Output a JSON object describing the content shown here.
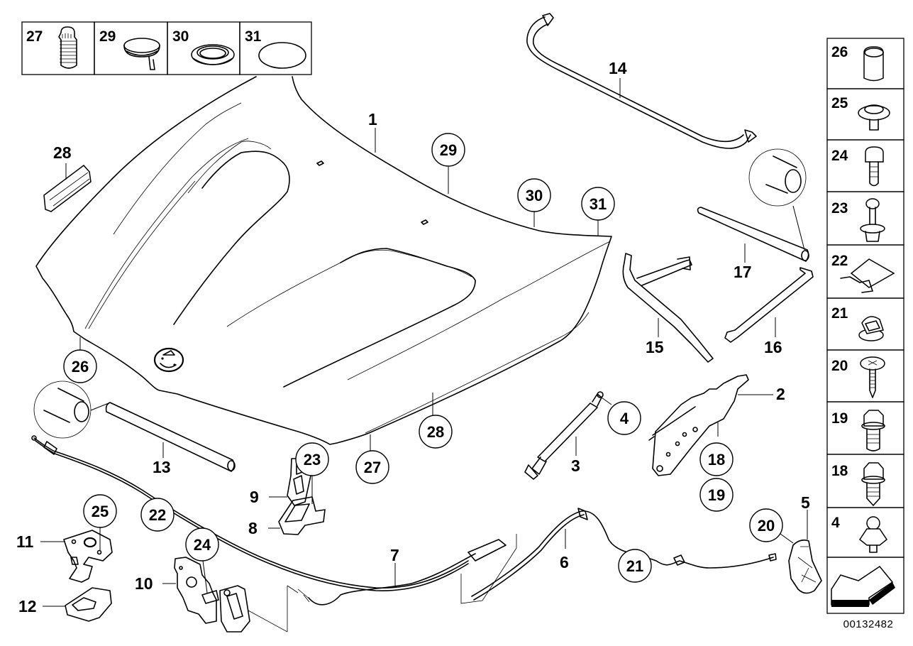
{
  "diagram": {
    "title": "Bonnet / hood assembly parts diagram",
    "document_number": "00132482"
  },
  "top_parts_box": {
    "cells": [
      {
        "label": "27",
        "part": "bump-stop"
      },
      {
        "label": "29",
        "part": "clip-cap"
      },
      {
        "label": "30",
        "part": "grommet-plug"
      },
      {
        "label": "31",
        "part": "sticker-disc"
      }
    ]
  },
  "side_parts_box": {
    "cells": [
      {
        "label": "26",
        "part": "rubber-buffer"
      },
      {
        "label": "25",
        "part": "collar-screw"
      },
      {
        "label": "24",
        "part": "torx-screw"
      },
      {
        "label": "23",
        "part": "expanding-rivet"
      },
      {
        "label": "22",
        "part": "clip-nut"
      },
      {
        "label": "21",
        "part": "cable-clip"
      },
      {
        "label": "20",
        "part": "sheet-metal-screw"
      },
      {
        "label": "19",
        "part": "torx-hex-bolt"
      },
      {
        "label": "18",
        "part": "hex-bolt"
      },
      {
        "label": "4",
        "part": "ball-stud"
      }
    ],
    "direction_arrow": "front-left-arrow"
  },
  "plain_labels": {
    "l1": "1",
    "l2": "2",
    "l3": "3",
    "l5": "5",
    "l6": "6",
    "l7": "7",
    "l8": "8",
    "l9": "9",
    "l10": "10",
    "l11": "11",
    "l12": "12",
    "l13": "13",
    "l14": "14",
    "l15": "15",
    "l16": "16",
    "l17": "17",
    "l28": "28"
  },
  "circled_labels": {
    "c26": "26",
    "c29": "29",
    "c30": "30",
    "c31": "31",
    "c28": "28",
    "c27": "27",
    "c4": "4",
    "c18": "18",
    "c19": "19",
    "c23": "23",
    "c25": "25",
    "c22": "22",
    "c24": "24",
    "c20": "20",
    "c21": "21"
  }
}
